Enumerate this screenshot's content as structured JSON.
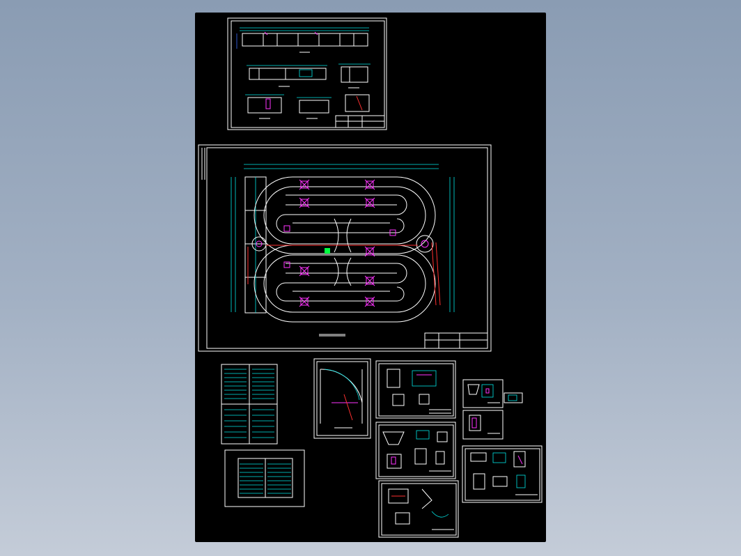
{
  "viewer": {
    "background_colors": [
      "#8a9cb3",
      "#c4ccd8"
    ],
    "sheet_color": "#000000"
  },
  "drawing_palette": {
    "outline": "#ffffff",
    "dimension": "#00e5e5",
    "equipment": "#ff33ff",
    "pipe": "#ff3030",
    "highlight": "#00ff40"
  },
  "sheets": [
    {
      "id": "elevation-sections-sheet"
    },
    {
      "id": "oxidation-ditch-plan-sheet"
    },
    {
      "id": "material-table-sheet"
    },
    {
      "id": "equipment-table-sheet"
    },
    {
      "id": "corner-detail-sheet"
    },
    {
      "id": "detail-sheet-1"
    },
    {
      "id": "detail-sheet-2"
    },
    {
      "id": "detail-sheet-3"
    },
    {
      "id": "small-detail-a"
    },
    {
      "id": "small-detail-b"
    },
    {
      "id": "small-detail-c"
    },
    {
      "id": "detail-sheet-4"
    }
  ]
}
